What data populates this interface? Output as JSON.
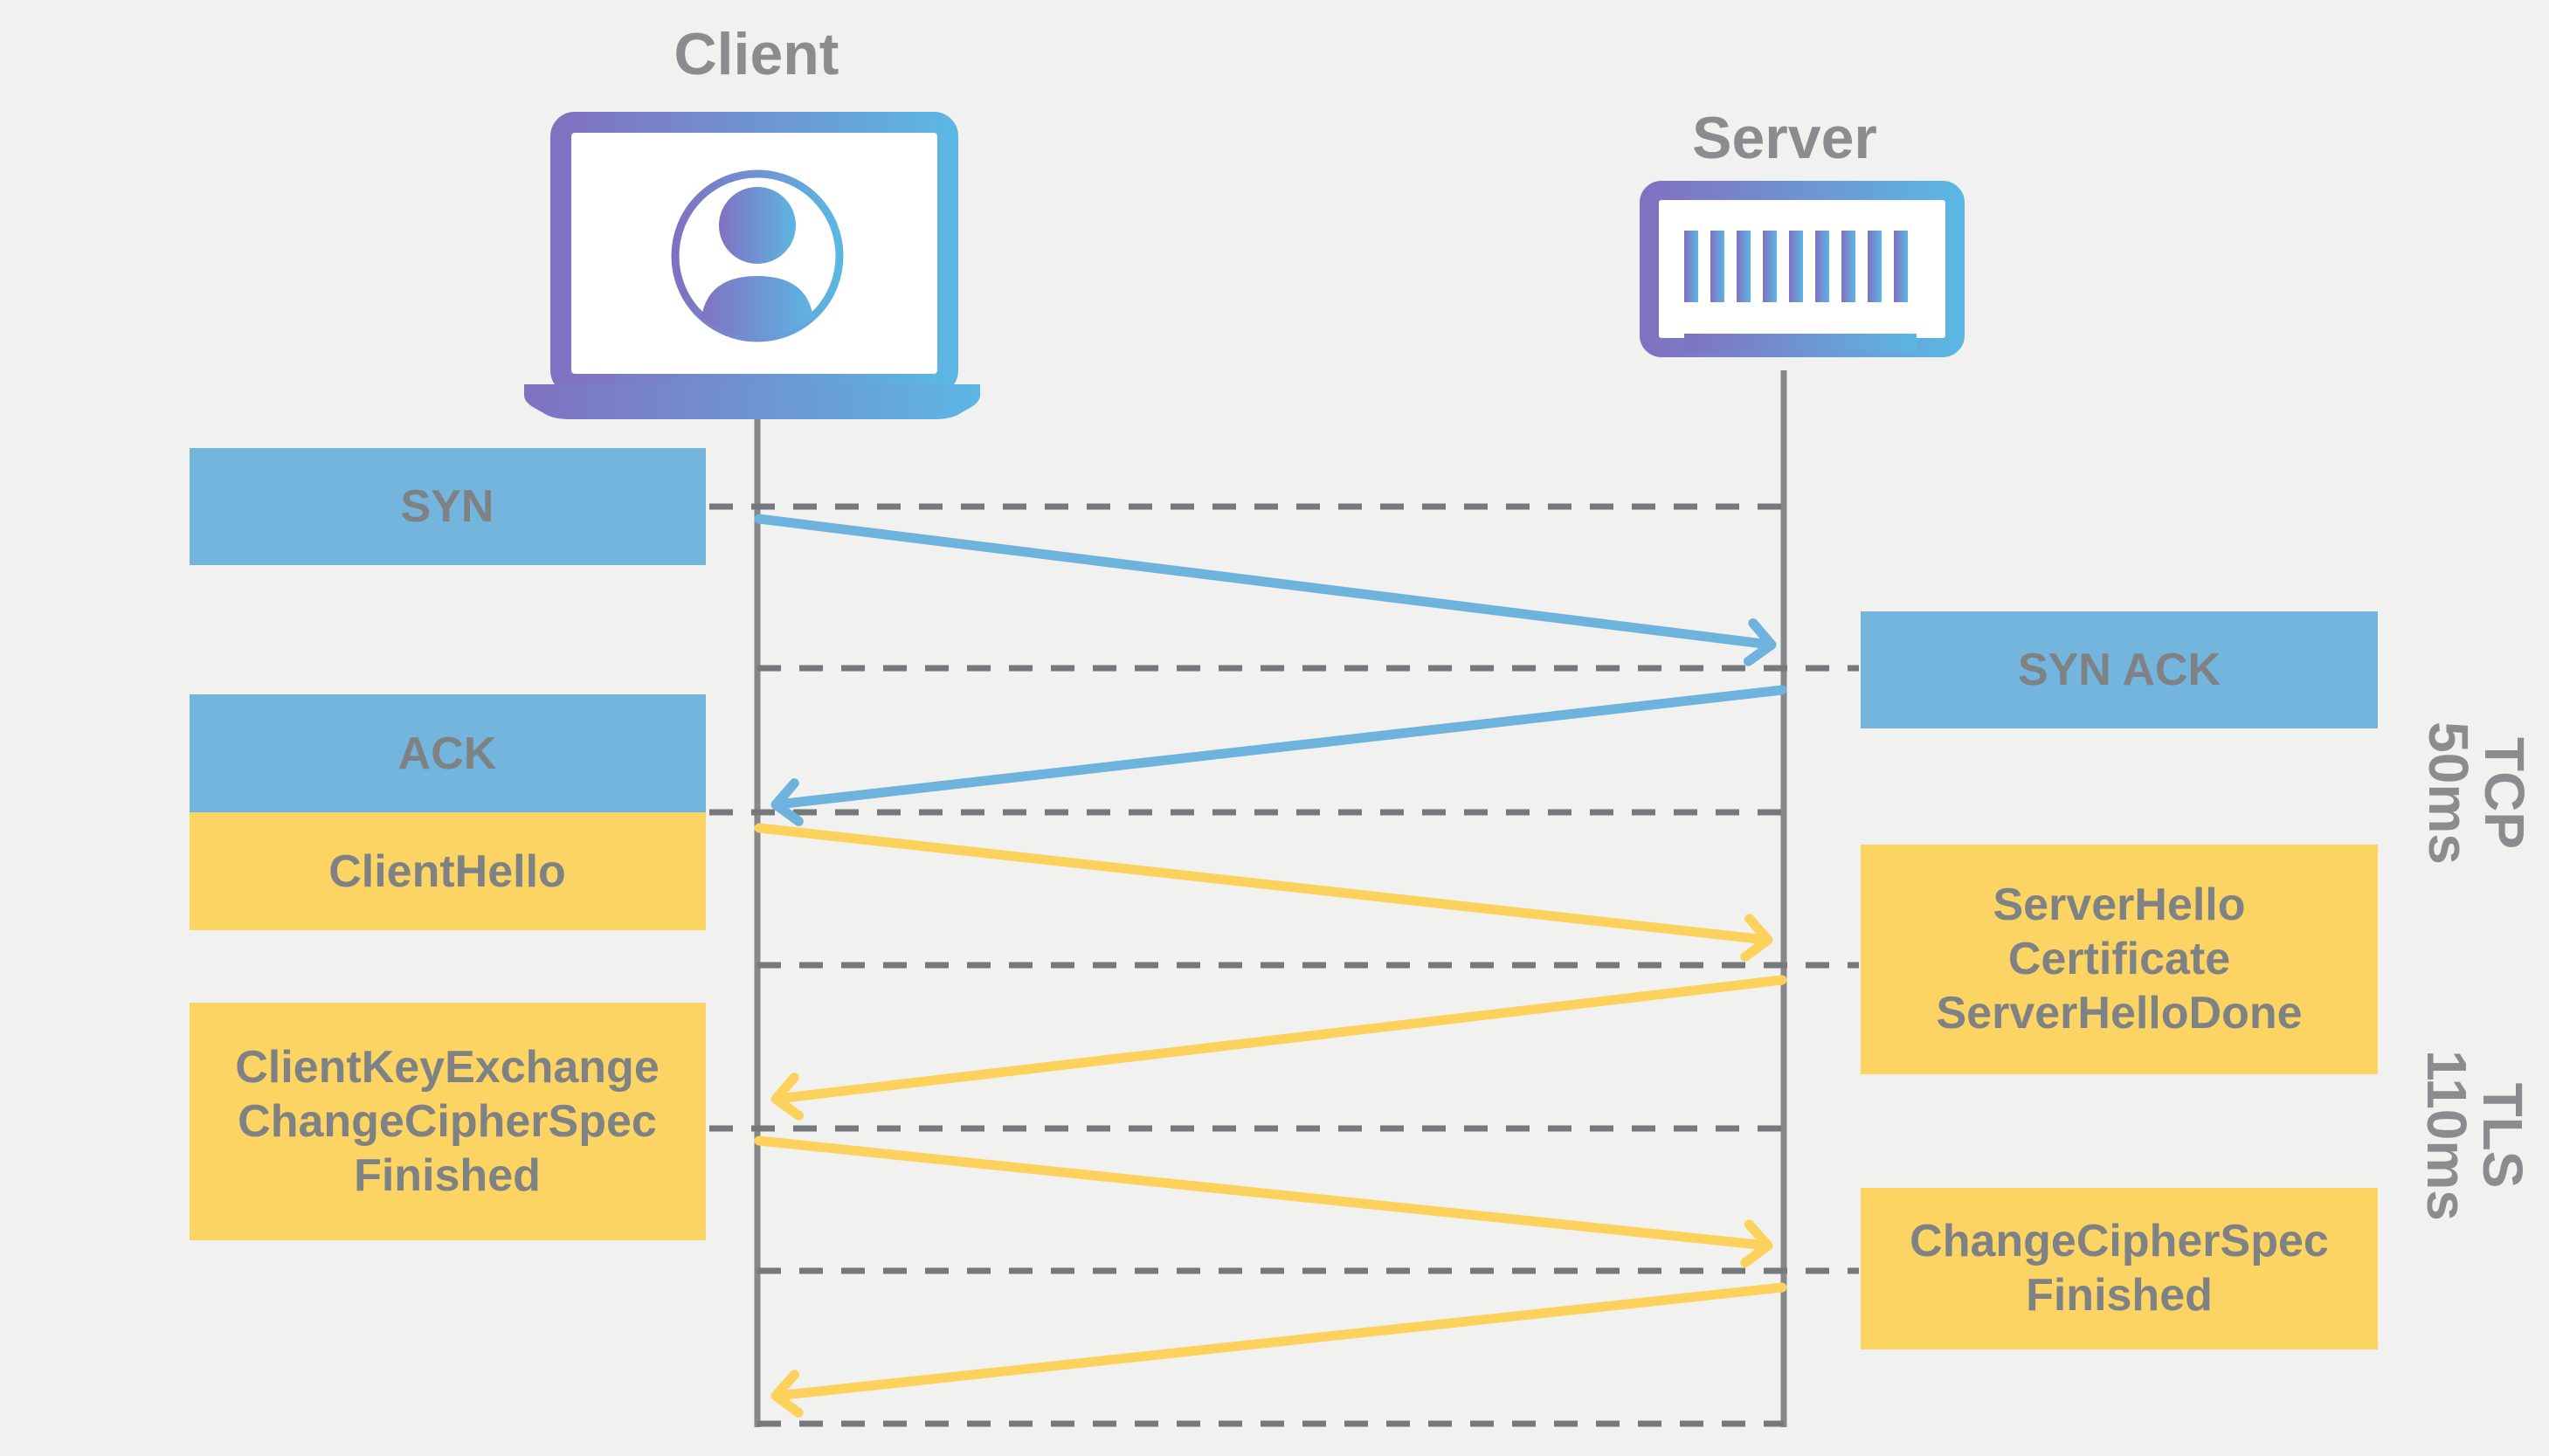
{
  "diagram": {
    "actors": {
      "client": "Client",
      "server": "Server"
    },
    "left_messages": {
      "syn": "SYN",
      "ack": "ACK",
      "client_hello": "ClientHello",
      "client_key_exchange": [
        "ClientKeyExchange",
        "ChangeCipherSpec",
        "Finished"
      ]
    },
    "right_messages": {
      "syn_ack": "SYN ACK",
      "server_hello": [
        "ServerHello",
        "Certificate",
        "ServerHelloDone"
      ],
      "change_cipher_spec": [
        "ChangeCipherSpec",
        "Finished"
      ]
    },
    "phases": {
      "tcp_name": "TCP",
      "tcp_duration": "50ms",
      "tls_name": "TLS",
      "tls_duration": "110ms"
    },
    "icons": {
      "client_icon": "laptop-user-icon",
      "server_icon": "server-rack-icon"
    }
  },
  "colors": {
    "background": "#f1f1f0",
    "message_blue": "#73b5dc",
    "message_yellow": "#fcd463",
    "arrow_blue": "#6db3dd",
    "arrow_yellow": "#fdd25c",
    "box_text_gray": "#7f8285",
    "label_gray": "#8a8c8f",
    "lifeline_gray": "#85878a",
    "dash_gray": "#76797c",
    "gradient_purple": "#8171c1",
    "gradient_blue": "#5cb6e3",
    "icon_fill": "#ffffff"
  }
}
